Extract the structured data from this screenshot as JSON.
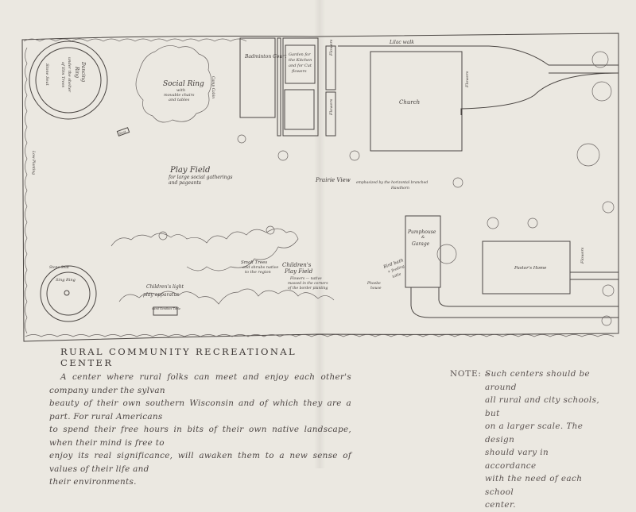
{
  "plan": {
    "labels": {
      "badminton": "Badminton Court",
      "garden_1": "Garden for",
      "garden_2": "the Kitchen",
      "garden_3": "and for Cut",
      "garden_4": "flowers",
      "flowers": "Flowers",
      "church": "Church",
      "lilac": "Lilac walk",
      "social_1": "Social Ring",
      "social_2": "with",
      "social_3": "movable chairs",
      "social_4": "and tables",
      "camp": "Camp Cabin",
      "dancing_1": "Dancing",
      "dancing_2": "Ring",
      "dancing_3": "under the shelter",
      "dancing_4": "of Elm Trees",
      "stone_seat": "Stone Seat",
      "seat": "Seat",
      "play_1": "Play Field",
      "play_2": "for large social gatherings",
      "play_3": "and pageants",
      "prairie": "Prairie View",
      "prairie_note_1": "emphasized by the horizontal branched",
      "prairie_note_2": "Hawthorn",
      "pumphouse_1": "Pumphouse",
      "pumphouse_2": "&",
      "pumphouse_3": "Garage",
      "pastor": "Pastor's Home",
      "children_1": "Children's",
      "children_2": "Play Field",
      "children_3": "Flowers — native",
      "children_4": "massed in the corners",
      "children_5": "of the border planting",
      "small_trees_1": "Small Trees",
      "small_trees_2": "and shrubs native",
      "small_trees_3": "to the region",
      "apparatus_1": "Children's light",
      "apparatus_2": "play apparatus",
      "sand": "Sand Sandbox Table",
      "sing_ring": "Sing Ring",
      "birdbath_1": "Bird bath",
      "birdbath_2": "+ feeding",
      "birdbath_3": "table",
      "phoebe_1": "Phoebe",
      "phoebe_2": "house",
      "low_planting": "Low Planting"
    }
  },
  "caption": {
    "title": "RURAL COMMUNITY RECREATIONAL CENTER",
    "lines": [
      "A center where rural folks can meet and enjoy each other's company under the sylvan",
      "beauty of their own southern Wisconsin and of which they are a part. For rural Americans",
      "to spend their free hours in bits of their own native landscape, when their mind is free to",
      "enjoy its real significance, will awaken them to a new sense of values of their life and",
      "their environments."
    ]
  },
  "note": {
    "label": "NOTE: –",
    "lines": [
      "Such centers should be around",
      "all rural and city schools, but",
      "on a larger scale.  The design",
      "should vary in accordance",
      "with the need of each school",
      "center."
    ]
  }
}
